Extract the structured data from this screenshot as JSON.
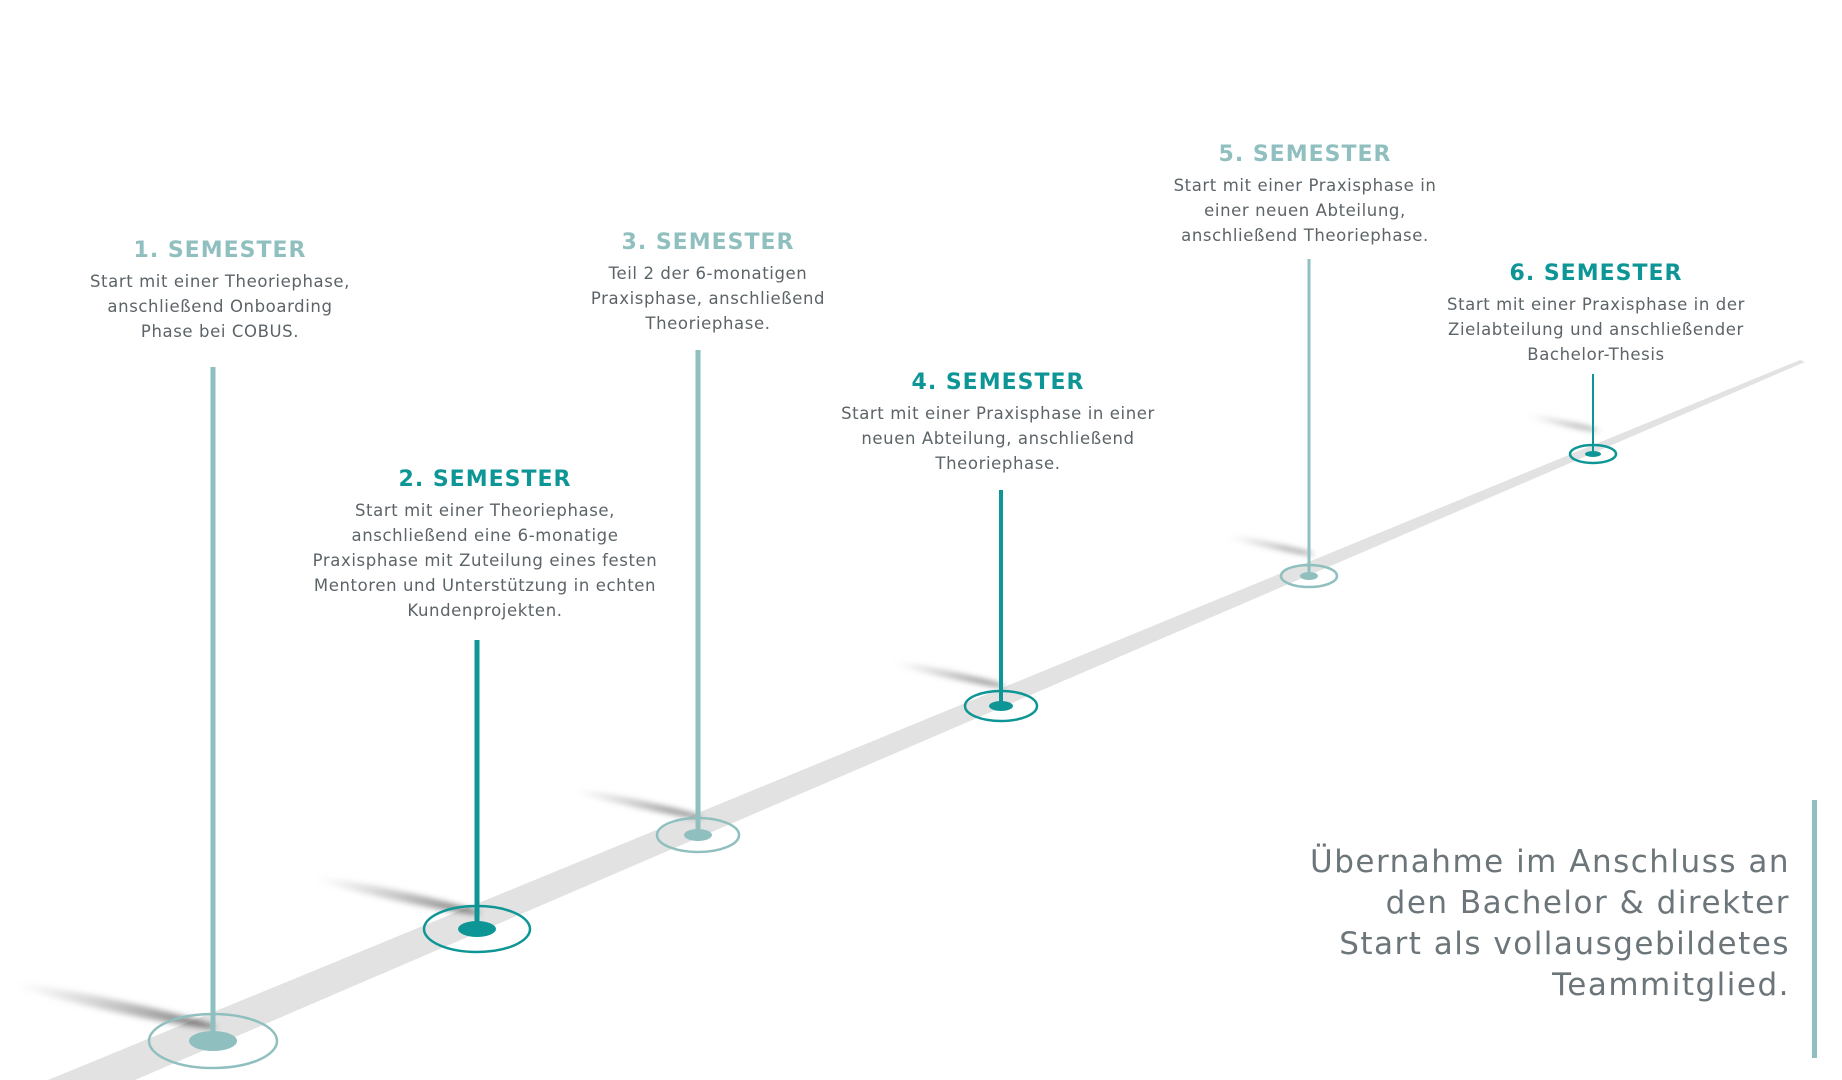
{
  "colors": {
    "light_teal": "#8fbfbe",
    "dark_teal": "#0e9696",
    "path": "#e2e2e2",
    "text": "#5c6468"
  },
  "semesters": [
    {
      "title": "1. SEMESTER",
      "lines": [
        "Start mit einer Theoriephase,",
        "anschließend Onboarding",
        "Phase bei COBUS."
      ]
    },
    {
      "title": "2. SEMESTER",
      "lines": [
        "Start mit einer Theoriephase,",
        "anschließend eine 6-monatige",
        "Praxisphase mit Zuteilung eines festen",
        "Mentoren und Unterstützung in echten",
        "Kundenprojekten."
      ]
    },
    {
      "title": "3. SEMESTER",
      "lines": [
        "Teil 2 der 6-monatigen",
        "Praxisphase, anschließend",
        "Theoriephase."
      ]
    },
    {
      "title": "4. SEMESTER",
      "lines": [
        "Start mit einer Praxisphase in einer",
        "neuen Abteilung, anschließend",
        "Theoriephase."
      ]
    },
    {
      "title": "5. SEMESTER",
      "lines": [
        "Start mit einer Praxisphase in",
        "einer neuen Abteilung,",
        "anschließend Theoriephase."
      ]
    },
    {
      "title": "6. SEMESTER",
      "lines": [
        "Start mit einer Praxisphase in der",
        "Zielabteilung und anschließender",
        "Bachelor-Thesis"
      ]
    }
  ],
  "final": {
    "lines": [
      "Übernahme im Anschluss an",
      "den Bachelor & direkter",
      "Start als vollausgebildetes",
      "Teammitglied."
    ]
  }
}
